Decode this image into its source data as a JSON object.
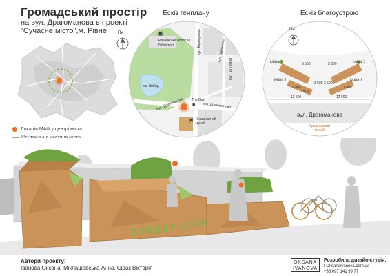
{
  "header": {
    "title": "Громадський простір",
    "subtitle_line1": "на вул. Драгоманова в проекті",
    "subtitle_line2": "\"Сучасне місто\",м. Рівне"
  },
  "sections": {
    "site_plan_title": "Ескіз генплану",
    "improvement_title": "Ескіз благоустрою"
  },
  "city_map": {
    "north_label": "Пн"
  },
  "legend": {
    "maf_location": "Локація МАФ у центрі міста",
    "central_area": "Центральна частина міста"
  },
  "site_plan": {
    "labels": {
      "library": "Рівненська обласна бібліотека",
      "karnaukhova": "вул. Карнаухова",
      "lybid_lake": "оз. Либідь",
      "dragomanova_1": "вул. Драгоманова",
      "dragomanova_2": "вул. Драгоманова",
      "shevchenko": "вул. Шевченка",
      "sixteenth_july": "вул. 16 Липня",
      "the_bus": "The Bus",
      "museum": "Краєзнавчий музей"
    }
  },
  "improvement_plan": {
    "north_label": "Пн",
    "maf_left_top": "МАФ 2",
    "maf_left_bottom": "МАФ 1",
    "maf_right_top": "МАФ 2",
    "maf_right_bottom": "МАФ 1",
    "dim_1": "3 350",
    "dim_2": "3 600",
    "dim_3": "1 480",
    "dim_4": "500",
    "dim_5": "12 500",
    "dim_6": "3 600",
    "dim_7": "12 500",
    "dim_8": "3 600",
    "dim_9": "1 480",
    "street": "вул. Драгоманова",
    "museum": "Краєзнавчий музей"
  },
  "render": {
    "sign_text": "STREET LIFE"
  },
  "footer": {
    "authors_label": "Автори проекту:",
    "authors_names": "Іванова Оксана, Міклашевська Анна, Сірак Вікторія",
    "logo_line1": "OKSANA",
    "logo_line2": "IVANOVA",
    "studio_label": "Розробила дизайн-студія:",
    "studio_site": "f Oksanaivanova.com.ua",
    "studio_phone": "+38 097 141 99 77"
  },
  "colors": {
    "orange_marker": "#e8702a",
    "green_marker": "#7ab648",
    "wood": "#c9935a",
    "concrete": "#d6d6d6",
    "grass": "#9cc86a",
    "water": "#bfe0ee",
    "sky": "#eaf4fb"
  }
}
